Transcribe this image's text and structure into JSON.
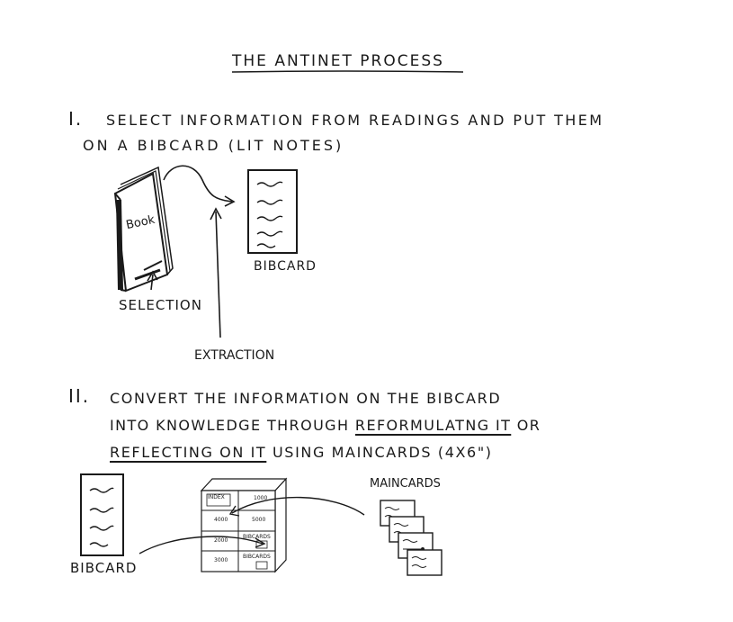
{
  "title": "THE ANTINET PROCESS",
  "step1": {
    "numeral": "I.",
    "line1": "SELECT INFORMATION FROM READINGS AND PUT THEM",
    "line2": "ON A BIBCARD (LIT NOTES)",
    "book_label": "Book",
    "bibcard_label": "BIBCARD",
    "selection_label": "SELECTION",
    "extraction_label": "EXTRACTION"
  },
  "step2": {
    "numeral": "II.",
    "line1": "CONVERT THE INFORMATION ON THE BIBCARD",
    "line2": "INTO KNOWLEDGE THROUGH",
    "line2_underlined": "REFORMULATNG IT",
    "line2_end": "OR",
    "line3_underlined": "REFLECTING ON IT",
    "line3": "USING MAINCARDS (4X6\")",
    "bibcard_label": "BIBCARD",
    "maincards_label": "MAINCARDS",
    "cabinet": {
      "cells": [
        {
          "label": "INDEX"
        },
        {
          "label": "1000"
        },
        {
          "label": "4000"
        },
        {
          "label": "5000"
        },
        {
          "label": "2000"
        },
        {
          "label": "BIBCARDS"
        },
        {
          "label": "3000"
        },
        {
          "label": "BIBCARDS"
        }
      ]
    }
  }
}
